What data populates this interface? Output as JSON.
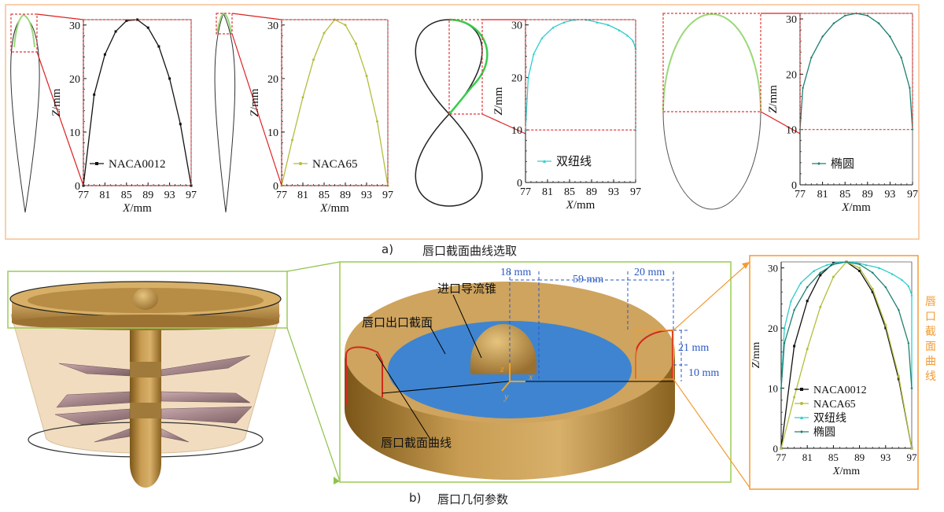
{
  "captions": {
    "a_label": "a)",
    "a_text": "唇口截面曲线选取",
    "b_label": "b)",
    "b_text": "唇口几何参数"
  },
  "axes": {
    "x_ticks": [
      "77",
      "81",
      "85",
      "89",
      "93",
      "97"
    ],
    "y_ticks": [
      "0",
      "10",
      "20",
      "30"
    ],
    "xlabel_var": "X",
    "xlabel_unit": "/mm",
    "ylabel_var": "Z",
    "ylabel_unit": "/mm"
  },
  "curves": [
    {
      "key": "naca0012",
      "name": "NACA0012",
      "color": "#111111",
      "highlight": "#9bd979",
      "marker": "square"
    },
    {
      "key": "naca65",
      "name": "NACA65",
      "color": "#b4bd3c",
      "highlight": "#9bd979",
      "marker": "circle"
    },
    {
      "key": "bicurve",
      "name": "双纽线",
      "color": "#30cccc",
      "highlight": "#37cc4c",
      "marker": "triangle"
    },
    {
      "key": "ellipse",
      "name": "椭圆",
      "color": "#1e8070",
      "highlight": "#9bd979",
      "marker": "diamond"
    }
  ],
  "labels3d": {
    "inlet_cone": "进口导流锥",
    "lip_outlet_section": "唇口出口截面",
    "lip_section_curve": "唇口截面曲线",
    "dim_18": "18 mm",
    "dim_59": "59 mm",
    "dim_20": "20 mm",
    "dim_21": "21 mm",
    "dim_10": "10 mm",
    "side_label": "唇口截面曲线",
    "axis_z": "z",
    "axis_x": "x",
    "axis_y": "y"
  },
  "chart_data": [
    {
      "type": "line",
      "title": "",
      "xlabel": "X/mm",
      "ylabel": "Z/mm",
      "xlim": [
        77,
        97
      ],
      "ylim": [
        0,
        31
      ],
      "series": [
        {
          "name": "NACA0012",
          "x": [
            77,
            79,
            81,
            83,
            85,
            87,
            89,
            91,
            93,
            95,
            97
          ],
          "y": [
            0,
            17,
            24.5,
            28.8,
            30.8,
            31,
            29.5,
            26,
            20,
            11.5,
            0
          ]
        }
      ]
    },
    {
      "type": "line",
      "title": "",
      "xlabel": "X/mm",
      "ylabel": "Z/mm",
      "xlim": [
        77,
        97
      ],
      "ylim": [
        0,
        31
      ],
      "series": [
        {
          "name": "NACA65",
          "x": [
            77,
            79,
            81,
            83,
            85,
            87,
            89,
            91,
            93,
            95,
            97
          ],
          "y": [
            0,
            8.5,
            16.5,
            23.5,
            28.5,
            31,
            30,
            26.5,
            20.5,
            12,
            0
          ]
        }
      ]
    },
    {
      "type": "line",
      "title": "",
      "xlabel": "X/mm",
      "ylabel": "Z/mm",
      "xlim": [
        77,
        97
      ],
      "ylim": [
        0,
        31
      ],
      "series": [
        {
          "name": "双纽线",
          "x": [
            77,
            77.5,
            78.5,
            80,
            82,
            84,
            86,
            88,
            90,
            92,
            94,
            95.5,
            96.5,
            97,
            97
          ],
          "y": [
            10,
            20,
            24.5,
            27.5,
            29.5,
            30.5,
            31,
            31,
            30.5,
            30,
            29,
            28,
            27,
            25.5,
            10
          ]
        }
      ]
    },
    {
      "type": "line",
      "title": "",
      "xlabel": "X/mm",
      "ylabel": "Z/mm",
      "xlim": [
        77,
        97
      ],
      "ylim": [
        0,
        31
      ],
      "series": [
        {
          "name": "椭圆",
          "x": [
            77,
            77.5,
            79,
            81,
            83,
            85,
            87,
            89,
            91,
            93,
            95,
            96.5,
            97
          ],
          "y": [
            10,
            17.5,
            23,
            26.8,
            29.2,
            30.6,
            31,
            30.6,
            29.2,
            26.8,
            23,
            17.5,
            10
          ]
        }
      ]
    },
    {
      "type": "line",
      "title": "",
      "xlabel": "X/mm",
      "ylabel": "Z/mm",
      "xlim": [
        77,
        97
      ],
      "ylim": [
        0,
        31
      ],
      "series": [
        {
          "name": "NACA0012",
          "x": [
            77,
            79,
            81,
            83,
            85,
            87,
            89,
            91,
            93,
            95,
            97
          ],
          "y": [
            0,
            17,
            24.5,
            28.8,
            30.8,
            31,
            29.5,
            26,
            20,
            11.5,
            0
          ]
        },
        {
          "name": "NACA65",
          "x": [
            77,
            79,
            81,
            83,
            85,
            87,
            89,
            91,
            93,
            95,
            97
          ],
          "y": [
            0,
            8.5,
            16.5,
            23.5,
            28.5,
            31,
            30,
            26.5,
            20.5,
            12,
            0
          ]
        },
        {
          "name": "双纽线",
          "x": [
            77,
            77.5,
            78.5,
            80,
            82,
            84,
            86,
            88,
            90,
            92,
            94,
            95.5,
            96.5,
            97,
            97
          ],
          "y": [
            10,
            20,
            24.5,
            27.5,
            29.5,
            30.5,
            31,
            31,
            30.5,
            30,
            29,
            28,
            27,
            25.5,
            10
          ]
        },
        {
          "name": "椭圆",
          "x": [
            77,
            77.5,
            79,
            81,
            83,
            85,
            87,
            89,
            91,
            93,
            95,
            96.5,
            97
          ],
          "y": [
            10,
            17.5,
            23,
            26.8,
            29.2,
            30.6,
            31,
            30.6,
            29.2,
            26.8,
            23,
            17.5,
            10
          ]
        }
      ]
    }
  ]
}
